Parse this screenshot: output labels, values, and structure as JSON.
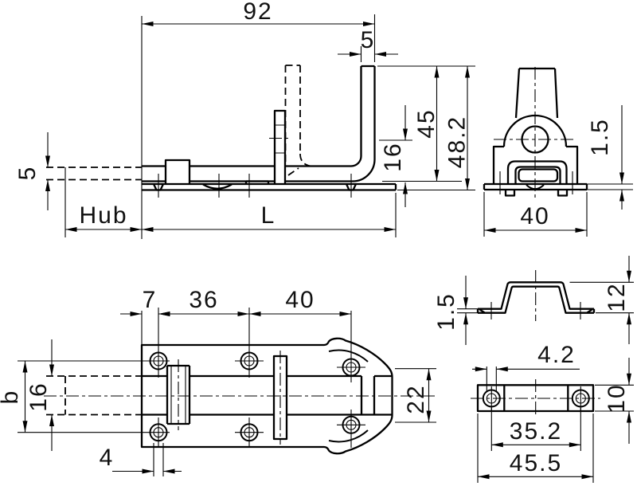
{
  "labels": {
    "side": {
      "width_total": "92",
      "handle_width": "5",
      "rod_dia": "5",
      "stroke": "Hub",
      "plate_length": "L",
      "height_45": "45",
      "height_48_2": "48.2",
      "height_16": "16"
    },
    "end": {
      "plate_width": "40",
      "plate_thickness": "1.5"
    },
    "plan": {
      "edge_offset": "7",
      "hole_spacing_36": "36",
      "hole_spacing_40": "40",
      "row_spacing_var": "b",
      "bolt_width": "16",
      "hole_dia": "4",
      "head_hole_spacing": "22"
    },
    "staple_side": {
      "thickness": "1.5",
      "height": "12"
    },
    "staple_plan": {
      "hole_dia": "4.2",
      "width": "10",
      "hole_spacing": "35.2",
      "length": "45.5"
    }
  },
  "colors": {
    "line": "#000000",
    "background": "#ffffff"
  }
}
